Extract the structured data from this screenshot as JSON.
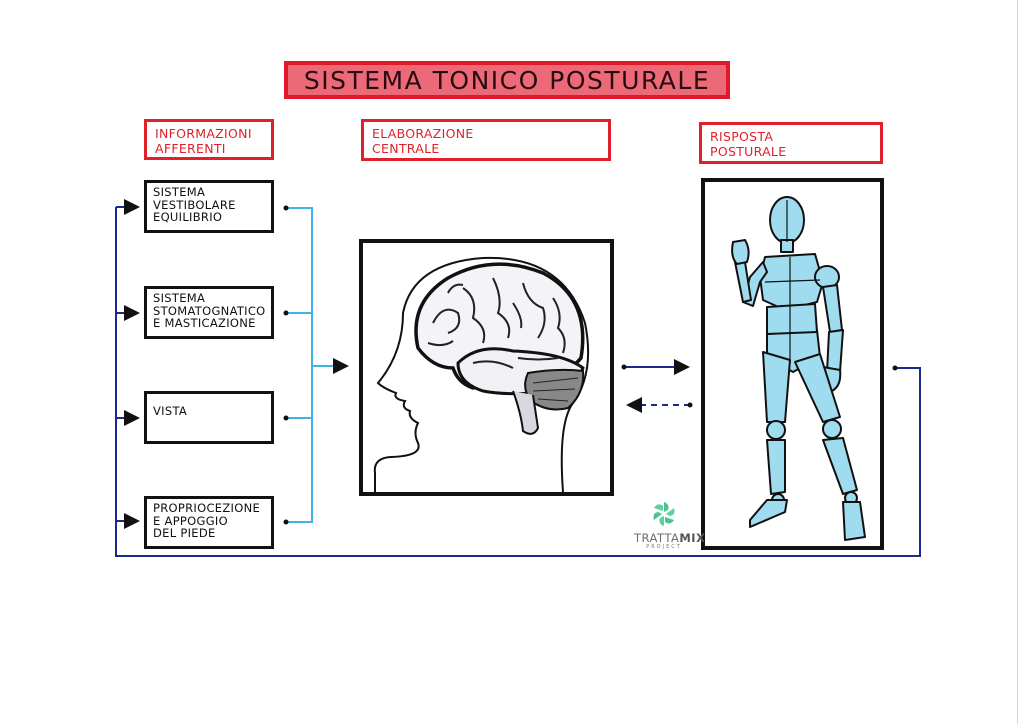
{
  "title": "SISTEMA TONICO POSTURALE",
  "headers": {
    "afferent": [
      "INFORMAZIONI",
      "AFFERENTI"
    ],
    "central": [
      "ELABORAZIONE",
      "CENTRALE"
    ],
    "response": [
      "RISPOSTA",
      "POSTURALE"
    ]
  },
  "inputs": [
    {
      "lines": [
        "SISTEMA",
        "VESTIBOLARE",
        "EQUILIBRIO"
      ]
    },
    {
      "lines": [
        "SISTEMA",
        "STOMATOGNATICO",
        "E MASTICAZIONE"
      ]
    },
    {
      "lines": [
        "VISTA"
      ]
    },
    {
      "lines": [
        "PROPRIOCEZIONE",
        "E APPOGGIO",
        "DEL PIEDE"
      ]
    }
  ],
  "central_image": "brain-in-head-profile",
  "response_image": "posing-mannequin-figure",
  "logo": {
    "name_light": "TRATTA",
    "name_bold": "MIX",
    "subtitle": "PROJECT"
  },
  "colors": {
    "title_fill": "#ec6a78",
    "header_red": "#e0202a",
    "feedback_line": "#1a2a8c",
    "input_line": "#3fb3e6",
    "box_border": "#111111",
    "figure_fill": "#9fdcef"
  }
}
